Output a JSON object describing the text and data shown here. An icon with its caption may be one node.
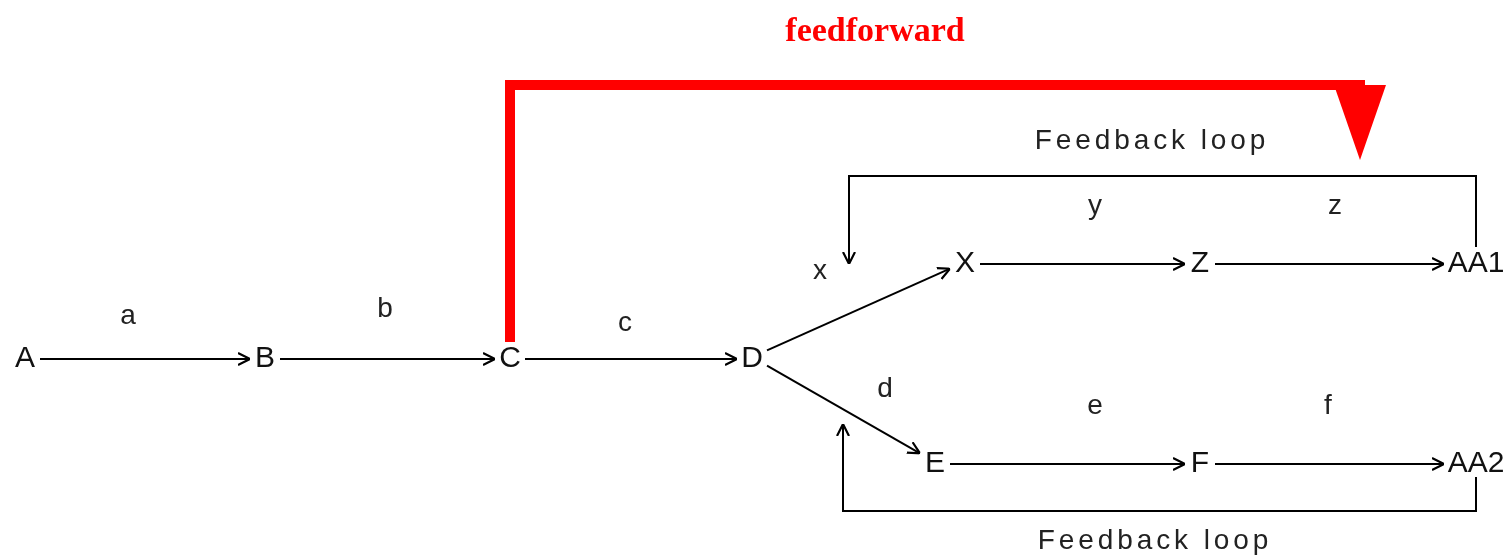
{
  "diagram": {
    "nodes": [
      {
        "text": [
          "A"
        ]
      },
      {
        "text": [
          "B"
        ]
      },
      {
        "text": [
          "C"
        ]
      },
      {
        "text": [
          "D"
        ]
      },
      {
        "text": [
          "X"
        ]
      },
      {
        "text": [
          "Z"
        ]
      },
      {
        "text": [
          "AA1"
        ]
      },
      {
        "text": [
          "E"
        ]
      },
      {
        "text": [
          "F"
        ]
      },
      {
        "text": [
          "AA2"
        ]
      }
    ],
    "edges": [
      {
        "from": 0,
        "to": 1,
        "arrow": "to",
        "label": "a"
      },
      {
        "from": 1,
        "to": 2,
        "arrow": "to",
        "label": "b"
      },
      {
        "from": 2,
        "to": 3,
        "arrow": "to",
        "label": "c"
      },
      {
        "from": 3,
        "to": 4,
        "arrow": "to",
        "label": "x"
      },
      {
        "from": 4,
        "to": 5,
        "arrow": "to",
        "label": "y"
      },
      {
        "from": 5,
        "to": 6,
        "arrow": "to",
        "label": "z"
      },
      {
        "from": 3,
        "to": 7,
        "arrow": "to",
        "label": "d"
      },
      {
        "from": 7,
        "to": 8,
        "arrow": "to",
        "label": "e"
      },
      {
        "from": 8,
        "to": 9,
        "arrow": "to",
        "label": "f"
      },
      {
        "from": 6,
        "to": null,
        "arrow": "to",
        "label": "Feedback loop"
      },
      {
        "from": 9,
        "to": null,
        "arrow": "to",
        "label": "Feedback loop"
      },
      {
        "from": 2,
        "to": null,
        "arrow": "to",
        "label": "feedforward",
        "style": "thick",
        "color": "#ff0000"
      }
    ]
  }
}
